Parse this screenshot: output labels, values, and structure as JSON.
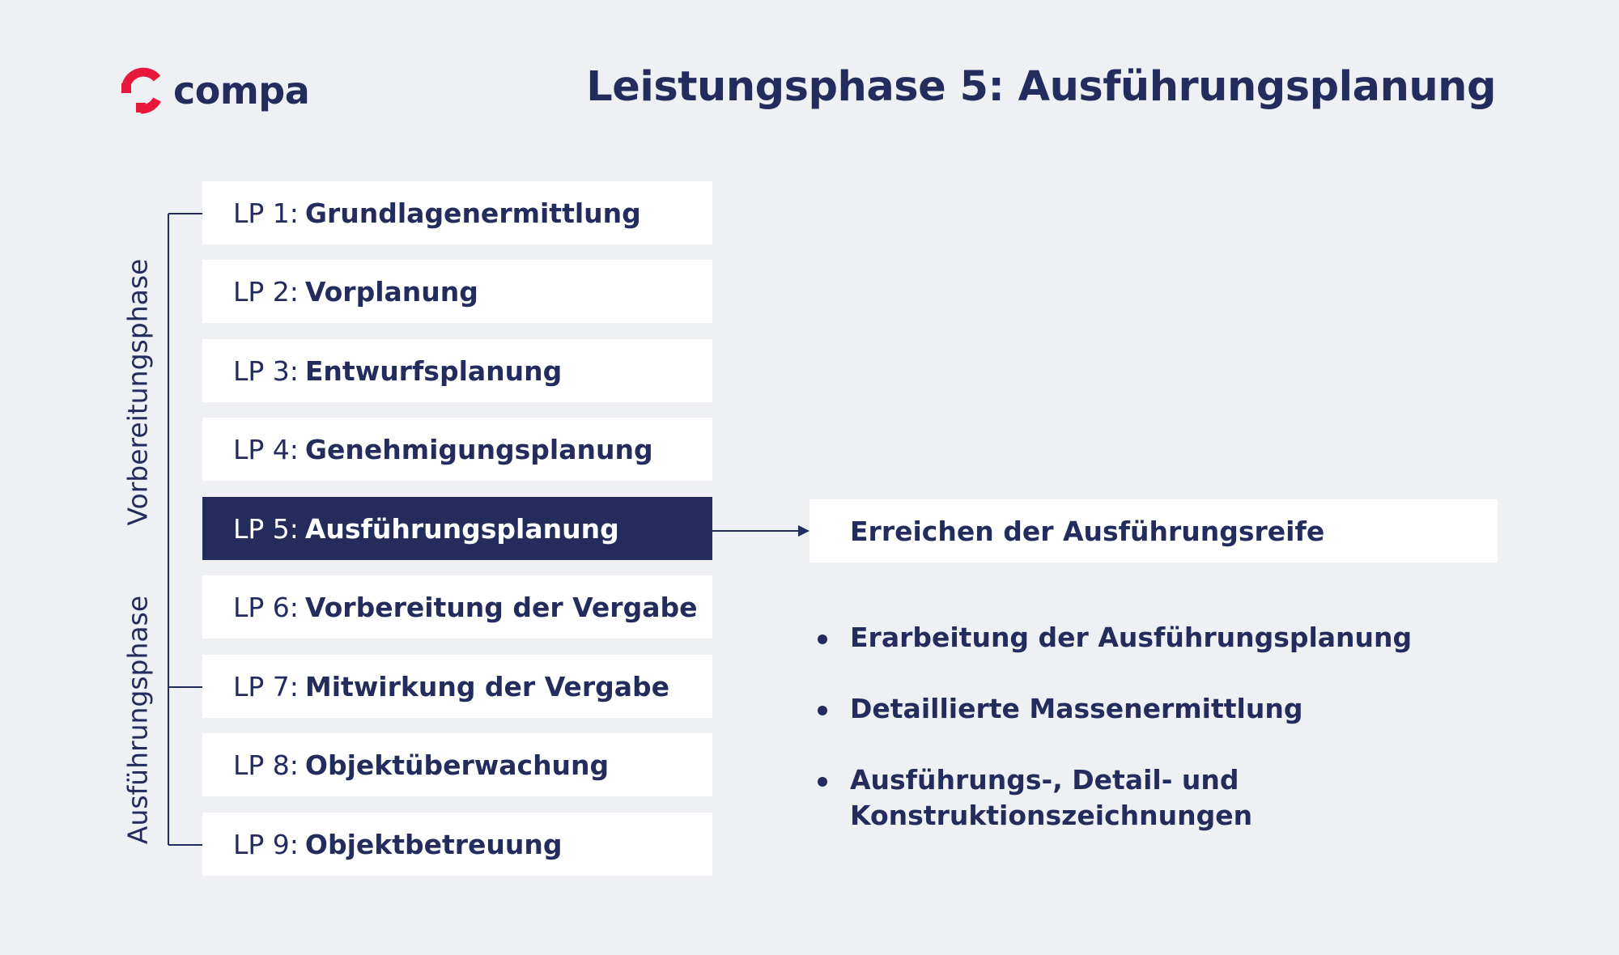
{
  "brand": {
    "name": "compa",
    "accent": "#e8173c",
    "primary": "#232c5c"
  },
  "title": "Leistungsphase 5: Ausführungsplanung",
  "phase_groups": {
    "preparation": "Vorbereitungsphase",
    "execution": "Ausführungsphase"
  },
  "phases": [
    {
      "num": "LP 1:",
      "name": "Grundlagenermittlung"
    },
    {
      "num": "LP 2:",
      "name": "Vorplanung"
    },
    {
      "num": "LP 3:",
      "name": "Entwurfsplanung"
    },
    {
      "num": "LP 4:",
      "name": "Genehmigungsplanung"
    },
    {
      "num": "LP 5:",
      "name": "Ausführungsplanung"
    },
    {
      "num": "LP 6:",
      "name": "Vorbereitung der Vergabe"
    },
    {
      "num": "LP 7:",
      "name": "Mitwirkung der Vergabe"
    },
    {
      "num": "LP 8:",
      "name": "Objektüberwachung"
    },
    {
      "num": "LP 9:",
      "name": "Objektbetreuung"
    }
  ],
  "active_phase": "LP 5:",
  "result": "Erreichen der Ausführungsreife",
  "tasks": [
    "Erarbeitung der Ausführungsplanung",
    "Detaillierte Massenermittlung",
    "Ausführungs-, Detail- und Konstruktionszeichnungen"
  ]
}
